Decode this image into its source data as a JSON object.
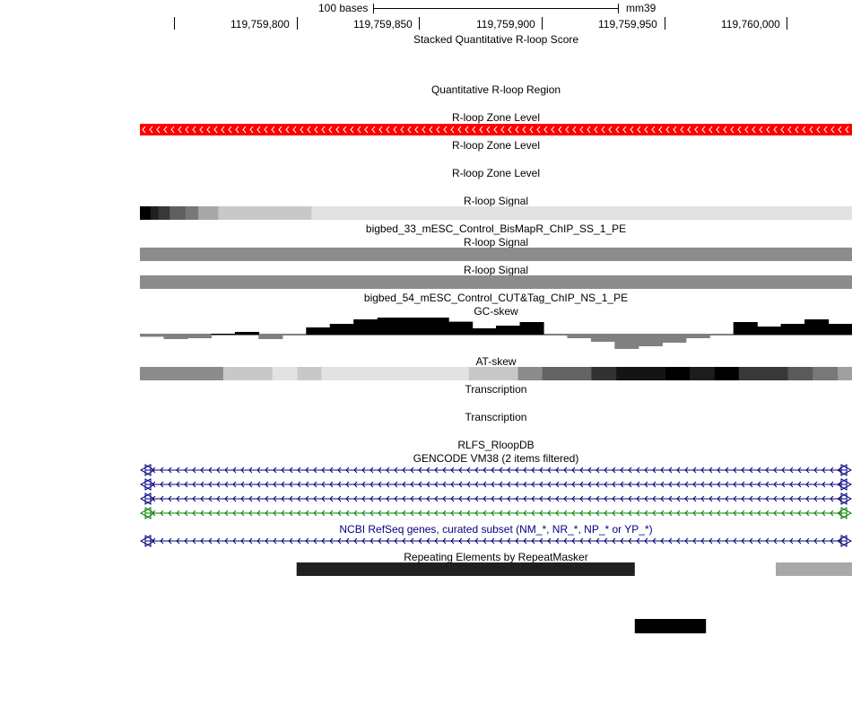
{
  "ruler": {
    "scale_label": "100 bases",
    "assembly": "mm39",
    "ticks": [
      {
        "label": "119,759,800",
        "pos": 119759800
      },
      {
        "label": "119,759,850",
        "pos": 119759850
      },
      {
        "label": "119,759,900",
        "pos": 119759900
      },
      {
        "label": "119,759,950",
        "pos": 119759950
      },
      {
        "label": "119,760,000",
        "pos": 119760000
      }
    ]
  },
  "tracks": {
    "stacked_score": "Stacked Quantitative R-loop Score",
    "quant_region": "Quantitative R-loop Region",
    "zone_level_1": "R-loop Zone Level",
    "zone_level_2": "R-loop Zone Level",
    "zone_level_3": "R-loop Zone Level",
    "signal_1": "R-loop Signal",
    "bigbed_33": "bigbed_33_mESC_Control_BisMapR_ChIP_SS_1_PE",
    "signal_2": "R-loop Signal",
    "signal_3": "R-loop Signal",
    "bigbed_54": "bigbed_54_mESC_Control_CUT&Tag_ChIP_NS_1_PE",
    "gc_skew": "GC-skew",
    "at_skew": "AT-skew",
    "transcription_1": "Transcription",
    "transcription_2": "Transcription",
    "rlfs": "RLFS_RloopDB",
    "gencode": "GENCODE VM38 (2 items filtered)",
    "refseq": "NCBI RefSeq genes, curated subset (NM_*, NR_*, NP_* or YP_*)",
    "repeatmasker": "Repeating Elements by RepeatMasker"
  },
  "colors": {
    "zone_red": "#ff0000",
    "gene_navy": "#000080",
    "gene_green": "#008000",
    "signal_gray": "#8c8c8c"
  },
  "signal_density": [
    {
      "start": 0,
      "end": 0.015,
      "gray": 0
    },
    {
      "start": 0.015,
      "end": 0.026,
      "gray": 32
    },
    {
      "start": 0.026,
      "end": 0.042,
      "gray": 56
    },
    {
      "start": 0.042,
      "end": 0.064,
      "gray": 96
    },
    {
      "start": 0.064,
      "end": 0.082,
      "gray": 120
    },
    {
      "start": 0.082,
      "end": 0.11,
      "gray": 168
    },
    {
      "start": 0.11,
      "end": 0.241,
      "gray": 200
    },
    {
      "start": 0.241,
      "end": 1,
      "gray": 226
    }
  ],
  "gc_skew_values": [
    -0.12,
    -0.25,
    -0.2,
    0.05,
    0.15,
    -0.25,
    0.0,
    0.4,
    0.6,
    0.85,
    0.95,
    0.95,
    0.95,
    0.72,
    0.35,
    0.5,
    0.7,
    0.0,
    -0.2,
    -0.4,
    -0.8,
    -0.65,
    -0.45,
    -0.2,
    -0.05,
    0.7,
    0.45,
    0.6,
    0.85,
    0.6
  ],
  "at_skew_density": [
    {
      "start": 0,
      "end": 0.117,
      "gray": 140
    },
    {
      "start": 0.117,
      "end": 0.186,
      "gray": 200
    },
    {
      "start": 0.186,
      "end": 0.221,
      "gray": 226
    },
    {
      "start": 0.221,
      "end": 0.255,
      "gray": 200
    },
    {
      "start": 0.255,
      "end": 0.462,
      "gray": 226
    },
    {
      "start": 0.462,
      "end": 0.531,
      "gray": 200
    },
    {
      "start": 0.531,
      "end": 0.565,
      "gray": 140
    },
    {
      "start": 0.565,
      "end": 0.634,
      "gray": 100
    },
    {
      "start": 0.634,
      "end": 0.669,
      "gray": 50
    },
    {
      "start": 0.669,
      "end": 0.738,
      "gray": 20
    },
    {
      "start": 0.738,
      "end": 0.772,
      "gray": 0
    },
    {
      "start": 0.772,
      "end": 0.807,
      "gray": 28
    },
    {
      "start": 0.807,
      "end": 0.841,
      "gray": 0
    },
    {
      "start": 0.841,
      "end": 0.91,
      "gray": 56
    },
    {
      "start": 0.91,
      "end": 0.945,
      "gray": 90
    },
    {
      "start": 0.945,
      "end": 0.98,
      "gray": 120
    },
    {
      "start": 0.98,
      "end": 1,
      "gray": 160
    }
  ],
  "rlfs_blocks": [
    {
      "start": 0.22,
      "end": 0.695,
      "gray": 32
    },
    {
      "start": 0.893,
      "end": 1,
      "gray": 168
    }
  ],
  "repeat_blocks": [
    {
      "start": 0.695,
      "end": 0.795,
      "gray": 0
    }
  ]
}
